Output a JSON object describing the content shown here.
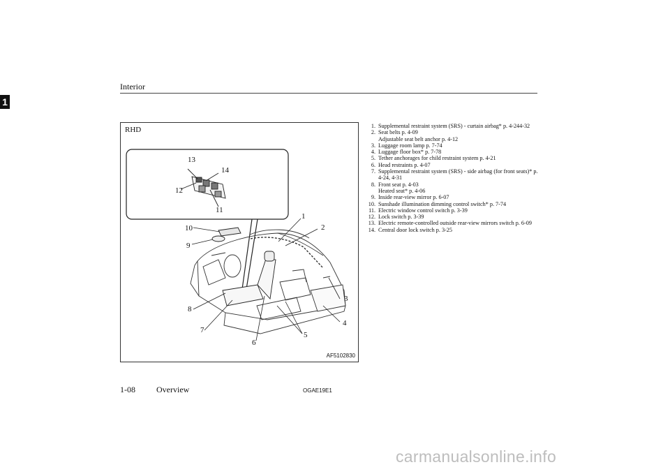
{
  "header": {
    "title": "Interior",
    "chapter_tab": "1"
  },
  "figure": {
    "label": "RHD",
    "code": "AF5102830",
    "callouts": {
      "c1": "1",
      "c2": "2",
      "c3": "3",
      "c4": "4",
      "c5": "5",
      "c6": "6",
      "c7": "7",
      "c8": "8",
      "c9": "9",
      "c10": "10",
      "c11": "11",
      "c12": "12",
      "c13": "13",
      "c14": "14"
    }
  },
  "items": [
    {
      "num": "1.",
      "text": "Supplemental restraint system (SRS) - curtain airbag* p. 4-244-32"
    },
    {
      "num": "2.",
      "text": "Seat belts p. 4-09",
      "sub": "Adjustable seat belt anchor p. 4-12"
    },
    {
      "num": "3.",
      "text": "Luggage room lamp p. 7-74"
    },
    {
      "num": "4.",
      "text": "Luggage floor box* p. 7-78"
    },
    {
      "num": "5.",
      "text": "Tether anchorages for child restraint system p. 4-21"
    },
    {
      "num": "6.",
      "text": "Head restraints p. 4-07"
    },
    {
      "num": "7.",
      "text": "Supplemental restraint system (SRS) - side airbag (for front seats)* p. 4-24, 4-31"
    },
    {
      "num": "8.",
      "text": "Front seat p. 4-03",
      "sub": "Heated seat* p. 4-06"
    },
    {
      "num": "9.",
      "text": "Inside rear-view mirror p. 6-07"
    },
    {
      "num": "10.",
      "text": "Sunshade illumination dimming control switch* p. 7-74"
    },
    {
      "num": "11.",
      "text": "Electric window control switch p. 3-39"
    },
    {
      "num": "12.",
      "text": "Lock switch p. 3-39"
    },
    {
      "num": "13.",
      "text": "Electric remote-controlled outside rear-view mirrors switch p. 6-09"
    },
    {
      "num": "14.",
      "text": "Central door lock switch p. 3-25"
    }
  ],
  "footer": {
    "page": "1-08",
    "section": "Overview",
    "code": "OGAE19E1"
  },
  "watermark": "carmanualsonline.info"
}
